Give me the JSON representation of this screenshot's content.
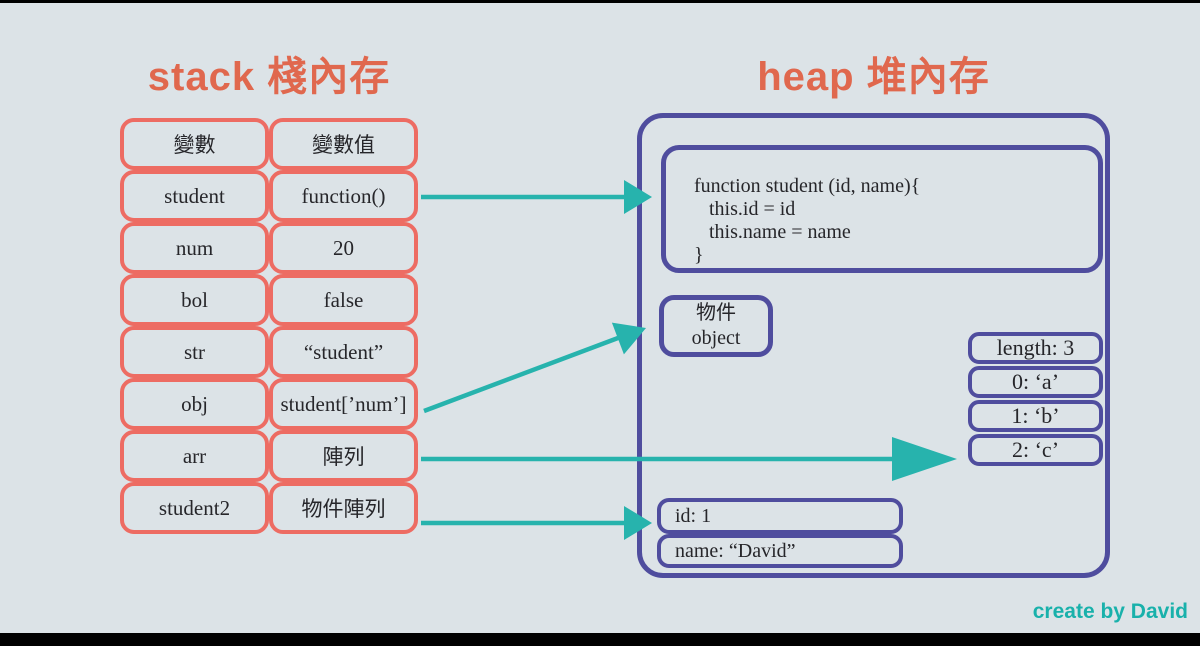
{
  "titles": {
    "stack": "stack 棧內存",
    "heap": "heap 堆內存"
  },
  "stack_table": {
    "headers": [
      "變數",
      "變數值"
    ],
    "rows": [
      {
        "var": "student",
        "value": "function()"
      },
      {
        "var": "num",
        "value": "20"
      },
      {
        "var": "bol",
        "value": "false"
      },
      {
        "var": "str",
        "value": "“student”"
      },
      {
        "var": "obj",
        "value": "student[’num’]"
      },
      {
        "var": "arr",
        "value": "陣列"
      },
      {
        "var": "student2",
        "value": "物件陣列"
      }
    ]
  },
  "heap": {
    "function_box": {
      "code": "function student (id, name){\n   this.id = id\n   this.name = name\n}"
    },
    "object_box": {
      "line1": "物件",
      "line2": "object"
    },
    "array_box": {
      "items": [
        "length: 3",
        "0: ‘a’",
        "1: ‘b’",
        "2: ‘c’"
      ]
    },
    "student_object": {
      "id": "id: 1",
      "name": "name:  “David”"
    }
  },
  "arrows": [
    {
      "from": "function()",
      "to": "function-box"
    },
    {
      "from": "student[’num’]",
      "to": "物件 object"
    },
    {
      "from": "陣列",
      "to": "array-box"
    },
    {
      "from": "物件陣列",
      "to": "id/name object"
    }
  ],
  "footer": {
    "credit": "create by David"
  },
  "colors": {
    "background": "#dce3e7",
    "stack_border_red": "#ed6c63",
    "heap_border_purple": "#4f4d9e",
    "arrow_teal": "#27b3ad",
    "title_orange": "#e0684e"
  }
}
